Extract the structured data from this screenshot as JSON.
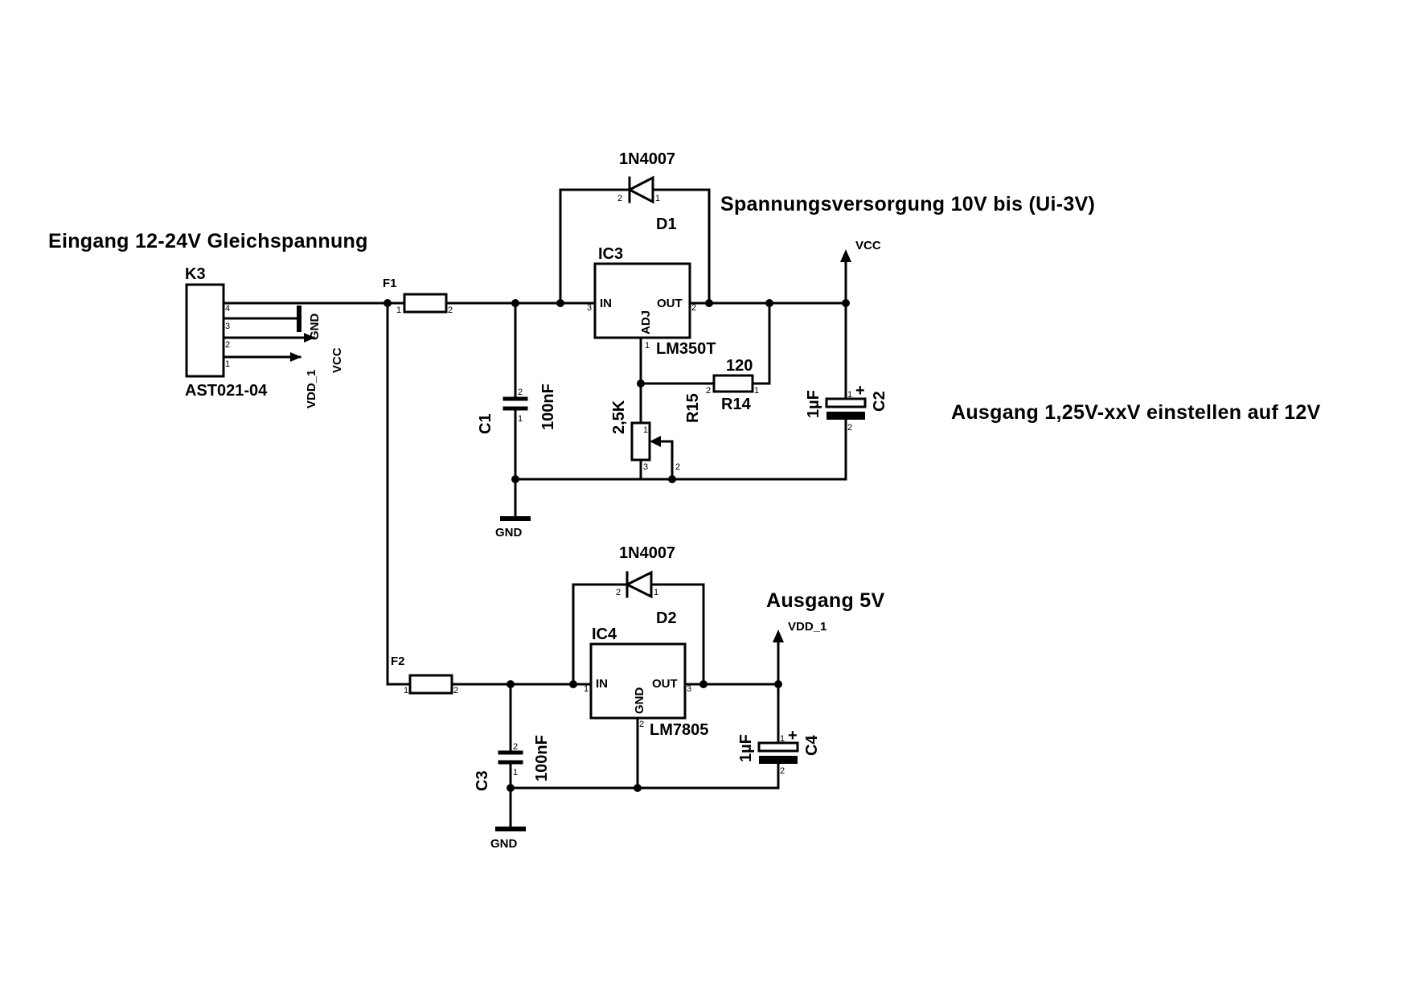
{
  "annotations": {
    "input": "Eingang 12-24V Gleichspannung",
    "supply": "Spannungsversorgung 10V bis (Ui-3V)",
    "output_adj": "Ausgang 1,25V-xxV einstellen auf 12V",
    "output_5v": "Ausgang 5V"
  },
  "connector": {
    "ref": "K3",
    "part": "AST021-04",
    "gnd": "GND",
    "vcc": "VCC",
    "vdd": "VDD_1",
    "pins": [
      "4",
      "3",
      "2",
      "1"
    ]
  },
  "fuses": {
    "f1": "F1",
    "f2": "F2"
  },
  "diodes": {
    "d1": {
      "part": "1N4007",
      "ref": "D1"
    },
    "d2": {
      "part": "1N4007",
      "ref": "D2"
    }
  },
  "ic3": {
    "ref": "IC3",
    "part": "LM350T",
    "in": "IN",
    "out": "OUT",
    "adj": "ADJ"
  },
  "ic4": {
    "ref": "IC4",
    "part": "LM7805",
    "in": "IN",
    "out": "OUT",
    "gnd": "GND"
  },
  "capacitors": {
    "c1": {
      "ref": "C1",
      "value": "100nF"
    },
    "c2": {
      "ref": "C2",
      "value": "1µF"
    },
    "c3": {
      "ref": "C3",
      "value": "100nF"
    },
    "c4": {
      "ref": "C4",
      "value": "1µF"
    }
  },
  "resistors": {
    "r14": {
      "ref": "R14",
      "value": "120"
    },
    "r15": {
      "ref": "R15",
      "value": "2,5K"
    }
  },
  "rails": {
    "vcc": "VCC",
    "vdd": "VDD_1",
    "gnd": "GND"
  },
  "pin_numbers": {
    "one": "1",
    "two": "2",
    "three": "3"
  },
  "polarity": "+"
}
